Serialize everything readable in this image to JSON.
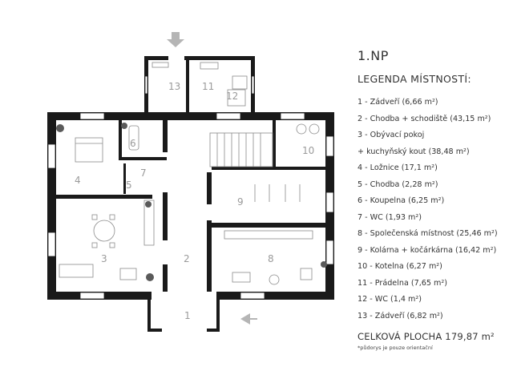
{
  "floor_title": "1.NP",
  "legend_heading": "LEGENDA MÍSTNOSTÍ:",
  "legend_items": [
    "1 - Zádveří (6,66 m²)",
    "2 - Chodba + schodiště (43,15 m²)",
    "3 - Obývací pokoj",
    "+ kuchyňský kout (38,48 m²)",
    "4 - Ložnice (17,1 m²)",
    "5 - Chodba (2,28 m²)",
    "6 - Koupelna (6,25 m²)",
    "7 - WC (1,93 m²)",
    "8 - Společenská místnost (25,46 m²)",
    "9 - Kolárna + kočárkárna (16,42 m²)",
    "10 - Kotelna (6,27 m²)",
    "11 - Prádelna (7,65 m²)",
    "12 - WC (1,4 m²)",
    "13 - Zádveří (6,82 m²)"
  ],
  "total_area": "CELKOVÁ PLOCHA 179,87 m²",
  "note": "*půdorys je pouze orientační",
  "room_labels": [
    "1",
    "2",
    "3",
    "4",
    "5",
    "6",
    "7",
    "8",
    "9",
    "10",
    "11",
    "12",
    "13"
  ],
  "colors": {
    "wall": "#1a1a1a",
    "floor": "#ffffff",
    "fixture": "#8a8a8a",
    "arrow": "#b5b5b5",
    "label": "#9a9a9a"
  }
}
